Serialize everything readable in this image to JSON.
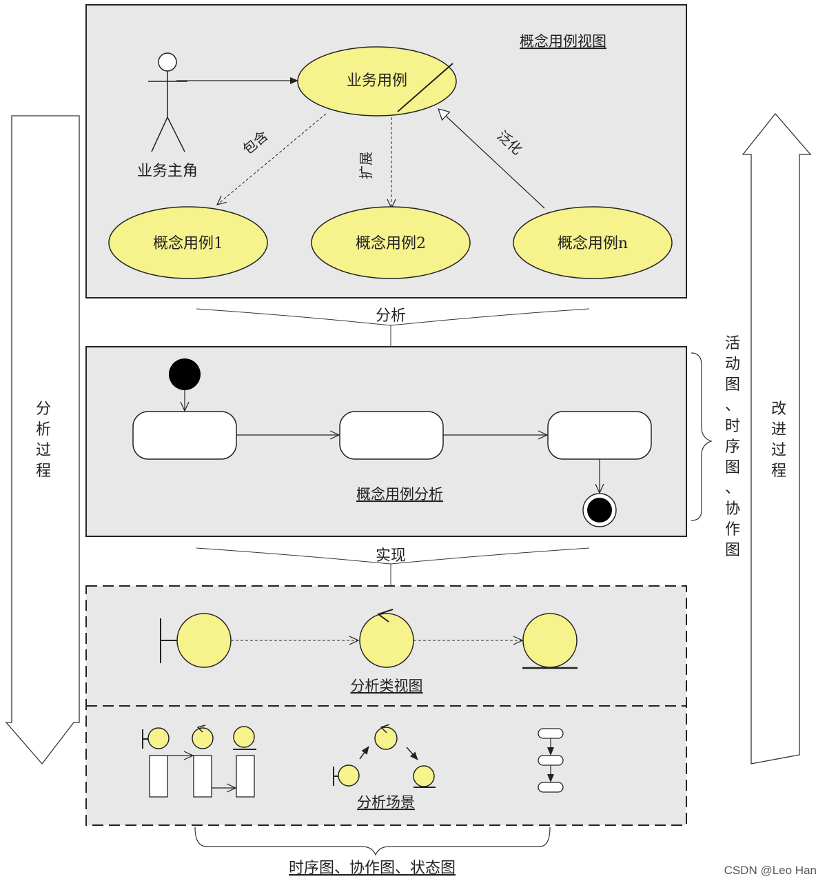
{
  "colors": {
    "panel": "#e8e8e8",
    "usecase_fill": "#f6f28c",
    "stroke": "#222222",
    "arrow_body": "#ffffff"
  },
  "top_panel": {
    "title": "概念用例视图",
    "actor_label": "业务主角",
    "business_usecase": "业务用例",
    "include_label": "包含",
    "extend_label": "扩展",
    "generalize_label": "泛化",
    "concept_usecases": [
      "概念用例1",
      "概念用例2",
      "概念用例n"
    ]
  },
  "connector_1": {
    "label": "分析"
  },
  "middle_panel": {
    "title": "概念用例分析"
  },
  "middle_brace_label": [
    "活",
    "动",
    "图",
    "、",
    "时",
    "序",
    "图",
    "、",
    "协",
    "作",
    "图"
  ],
  "connector_2": {
    "label": "实现"
  },
  "class_view": {
    "title": "分析类视图"
  },
  "scenario": {
    "title": "分析场景"
  },
  "bottom_brace_label": "时序图、协作图、状态图",
  "left_arrow_label": [
    "分",
    "析",
    "过",
    "程"
  ],
  "right_arrow_label": [
    "改",
    "进",
    "过",
    "程"
  ],
  "watermark": "CSDN @Leo Han"
}
